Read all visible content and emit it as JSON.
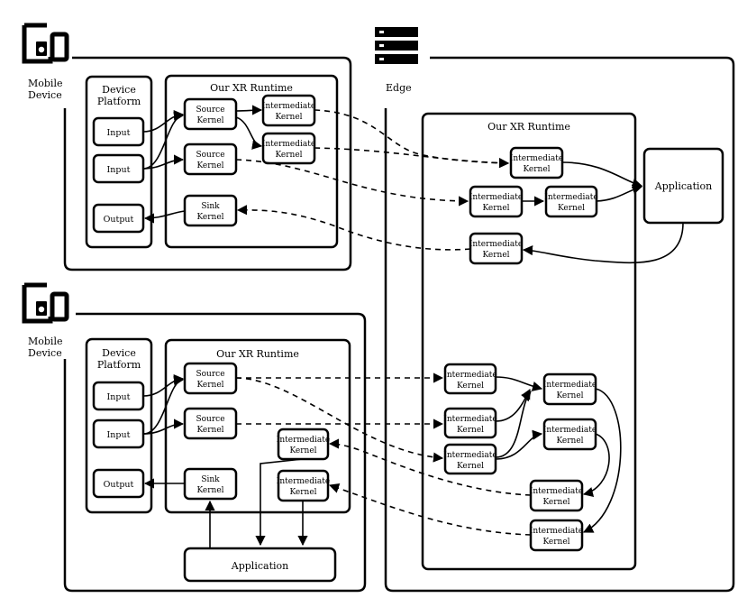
{
  "mobile_top": {
    "label_line1": "Mobile",
    "label_line2": "Device",
    "platform_title_1": "Device",
    "platform_title_2": "Platform",
    "runtime_title": "Our XR Runtime",
    "input1": "Input",
    "input2": "Input",
    "output": "Output",
    "source1": [
      "Source",
      "Kernel"
    ],
    "source2": [
      "Source",
      "Kernel"
    ],
    "sink": [
      "Sink",
      "Kernel"
    ],
    "inter1": [
      "Intermediate",
      "Kernel"
    ],
    "inter2": [
      "Intermediate",
      "Kernel"
    ]
  },
  "mobile_bottom": {
    "label_line1": "Mobile",
    "label_line2": "Device",
    "platform_title_1": "Device",
    "platform_title_2": "Platform",
    "runtime_title": "Our XR Runtime",
    "input1": "Input",
    "input2": "Input",
    "output": "Output",
    "source1": [
      "Source",
      "Kernel"
    ],
    "source2": [
      "Source",
      "Kernel"
    ],
    "sink": [
      "Sink",
      "Kernel"
    ],
    "inter1": [
      "Intermediate",
      "Kernel"
    ],
    "inter2": [
      "Intermediate",
      "Kernel"
    ],
    "application": "Application"
  },
  "edge": {
    "label": "Edge",
    "runtime_title": "Our XR Runtime",
    "application": "Application",
    "kernel_line1": "Intermediate",
    "kernel_line2": "Kernel"
  },
  "icons": [
    "mobile-device-icon",
    "server-icon"
  ]
}
